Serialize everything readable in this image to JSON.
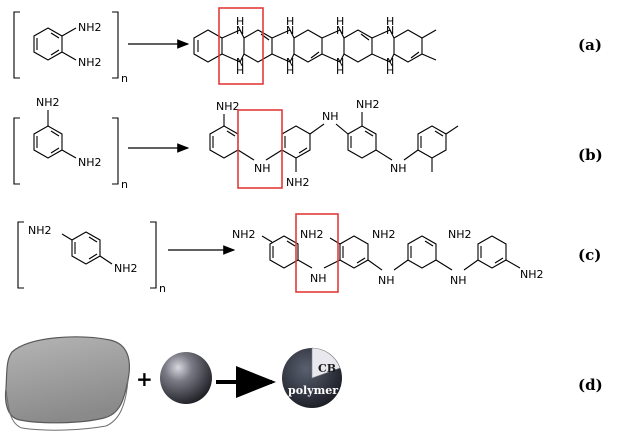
{
  "panels": {
    "a": {
      "label": "(a)",
      "subscript": "n"
    },
    "b": {
      "label": "(b)",
      "subscript": "n"
    },
    "c": {
      "label": "(c)",
      "subscript": "n"
    },
    "d": {
      "label": "(d)"
    }
  },
  "groups": {
    "nh2": "NH2",
    "nh": "NH",
    "h": "H",
    "n": "N"
  },
  "panel_d": {
    "plus": "+",
    "core_label": "CB",
    "shell_label": "polymer"
  },
  "colors": {
    "highlight": "#e23b3b",
    "slab": "#a8a8a8",
    "slab_edge": "#5a5a5a",
    "sphere_dark": "#2b2b35"
  }
}
